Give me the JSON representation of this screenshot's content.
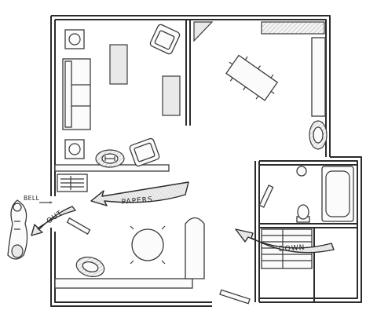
{
  "labels": {
    "bell": "BELL",
    "out": "OUT",
    "papers": "PAPERS",
    "down": "DOWN"
  }
}
